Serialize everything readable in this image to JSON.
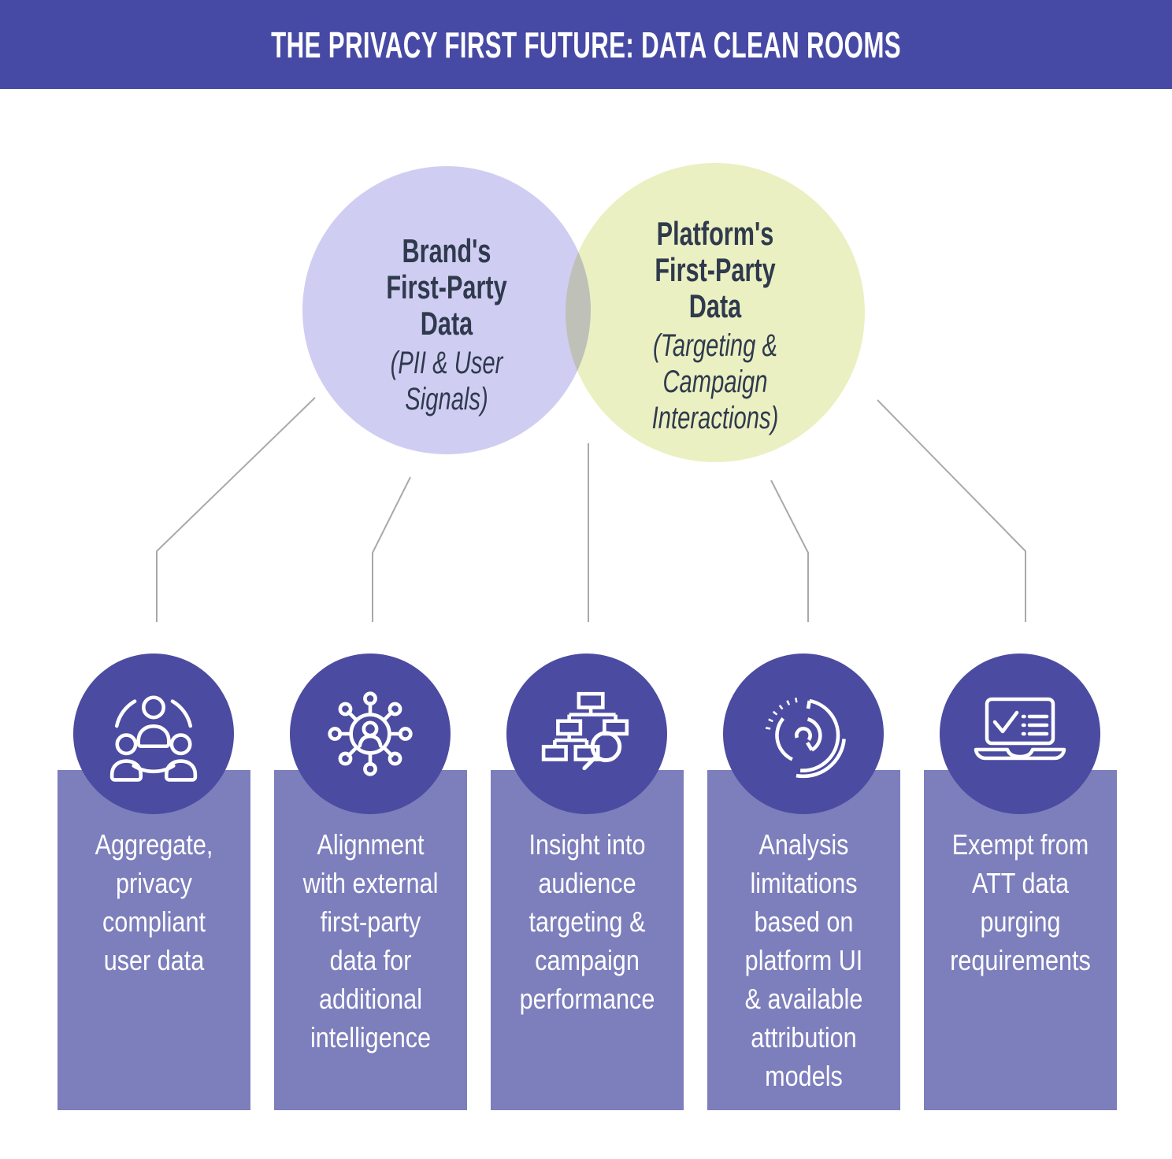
{
  "title": "THE PRIVACY FIRST FUTURE: DATA CLEAN ROOMS",
  "venn": {
    "left_circle": {
      "title": [
        "Brand's",
        "First-Party",
        "Data"
      ],
      "subtitle": [
        "(PII & User",
        "Signals)"
      ]
    },
    "right_circle": {
      "title": [
        "Platform's",
        "First-Party",
        "Data"
      ],
      "subtitle": [
        "(Targeting &",
        "Campaign",
        "Interactions)"
      ]
    }
  },
  "columns": [
    {
      "icon": "users-community-icon",
      "text": [
        "Aggregate,",
        "privacy",
        "compliant",
        "user data"
      ]
    },
    {
      "icon": "network-hub-icon",
      "text": [
        "Alignment",
        "with external",
        "first-party",
        "data for",
        "additional",
        "intelligence"
      ]
    },
    {
      "icon": "org-chart-search-icon",
      "text": [
        "Insight into",
        "audience",
        "targeting &",
        "campaign",
        "performance"
      ]
    },
    {
      "icon": "radial-analysis-icon",
      "text": [
        "Analysis",
        "limitations",
        "based on",
        "platform UI",
        "& available",
        "attribution",
        "models"
      ]
    },
    {
      "icon": "laptop-checklist-icon",
      "text": [
        "Exempt from",
        "ATT data",
        "purging",
        "requirements"
      ]
    }
  ],
  "colors": {
    "header_bg": "#474AA4",
    "circle_dark": "#4B4BA1",
    "panel": "#7D7EBC",
    "venn_left": "#D0CDF3",
    "venn_right": "#EBF0C2",
    "venn_text": "#2F3A4D",
    "connector": "#A9A9A9"
  }
}
